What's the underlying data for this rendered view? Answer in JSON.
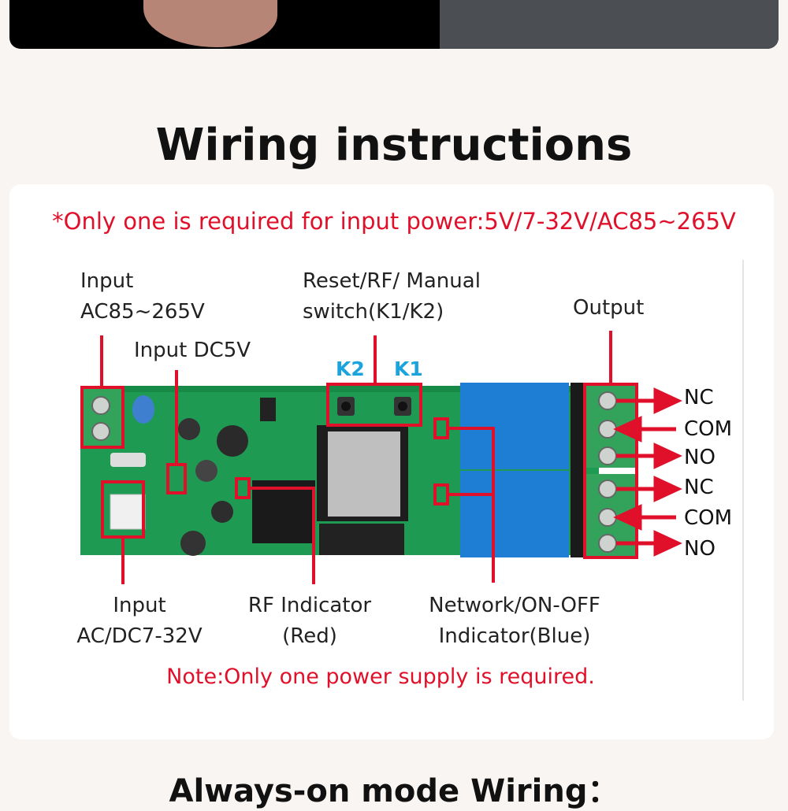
{
  "title": "Wiring instructions",
  "requirement": "*Only one is required for input power:5V/7-32V/AC85~265V",
  "labels": {
    "input_ac_line1": "Input",
    "input_ac_line2": "AC85~265V",
    "input_dc5v": "Input DC5V",
    "reset_line1": "Reset/RF/ Manual",
    "reset_line2": "switch(K1/K2)",
    "output": "Output",
    "k2": "K2",
    "k1": "K1",
    "input_acdc_line1": "Input",
    "input_acdc_line2": "AC/DC7-32V",
    "rf_line1": "RF Indicator",
    "rf_line2": "(Red)",
    "net_line1": "Network/ON-OFF",
    "net_line2": "Indicator(Blue)"
  },
  "terminals": [
    "NC",
    "COM",
    "NO",
    "NC",
    "COM",
    "NO"
  ],
  "note": "Note:Only one power supply is required.",
  "bottom_title": "Always-on mode Wiring：",
  "colors": {
    "red": "#e0102a",
    "pcb_green": "#1f9a53",
    "relay_blue": "#1e7ed4",
    "terminal_green": "#33a25a",
    "k_label": "#1aa3dd"
  }
}
